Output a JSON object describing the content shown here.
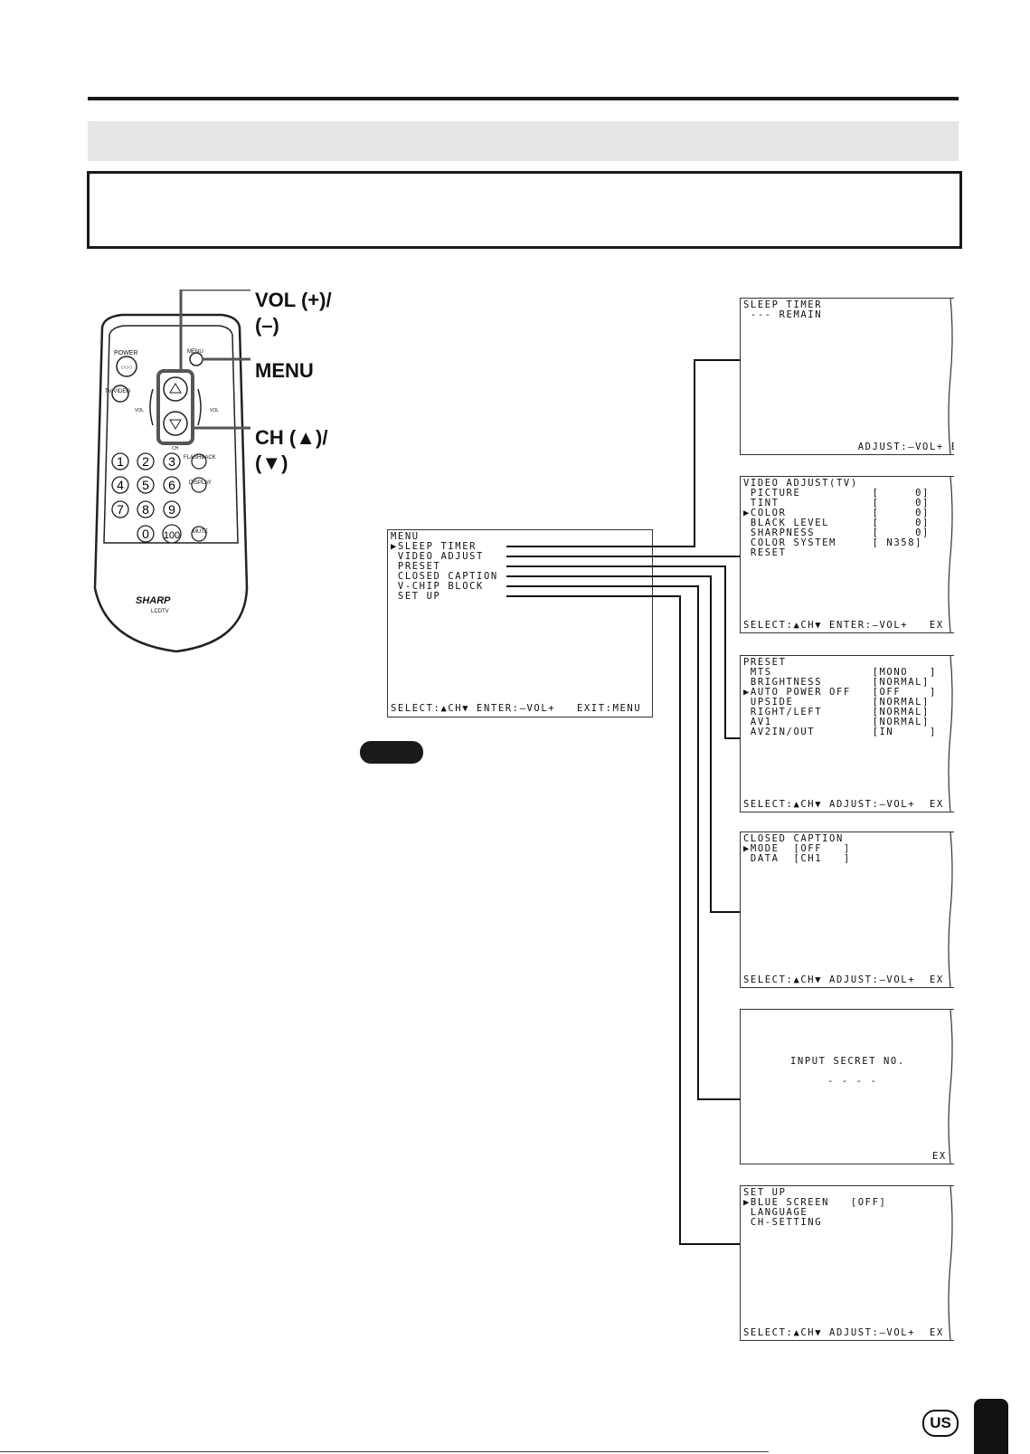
{
  "remote": {
    "buttons": {
      "power": "POWER",
      "menu": "MENU",
      "tv_video": "TV/VIDEO",
      "ch": "CH",
      "vol": "VOL",
      "flashback": "FLASHBACK",
      "display": "DISPLAY",
      "mute": "MUTE"
    },
    "number_keys": [
      "1",
      "2",
      "3",
      "4",
      "5",
      "6",
      "7",
      "8",
      "9",
      "0",
      "100"
    ],
    "brand": "SHARP",
    "model": "LCDTV"
  },
  "callouts": {
    "vol_line1": "VOL (+)/",
    "vol_line2": "(–)",
    "menu": "MENU",
    "ch_line1": "CH (▲)/",
    "ch_line2": "(▼)"
  },
  "main_menu": {
    "title": "MENU",
    "items": [
      "▶SLEEP TIMER",
      " VIDEO ADJUST",
      " PRESET",
      " CLOSED CAPTION",
      " V-CHIP BLOCK",
      " SET UP"
    ],
    "footer": "SELECT:▲CH▼ ENTER:–VOL+   EXIT:MENU"
  },
  "screens": {
    "sleep_timer": {
      "lines": [
        "SLEEP TIMER",
        " --- REMAIN"
      ],
      "footer": "                ADJUST:–VOL+ EX"
    },
    "video_adjust": {
      "lines": [
        "VIDEO ADJUST(TV)",
        " PICTURE          [     0]",
        " TINT             [     0]",
        "▶COLOR            [     0]",
        " BLACK LEVEL      [     0]",
        " SHARPNESS        [     0]",
        " COLOR SYSTEM     [ N358]",
        " RESET"
      ],
      "footer": "SELECT:▲CH▼ ENTER:–VOL+   EX"
    },
    "preset": {
      "lines": [
        "PRESET",
        " MTS              [MONO   ]",
        " BRIGHTNESS       [NORMAL]",
        "▶AUTO POWER OFF   [OFF    ]",
        " UPSIDE           [NORMAL]",
        " RIGHT/LEFT       [NORMAL]",
        " AV1              [NORMAL]",
        " AV2IN/OUT        [IN     ]"
      ],
      "footer": "SELECT:▲CH▼ ADJUST:–VOL+  EX"
    },
    "closed_caption": {
      "lines": [
        "CLOSED CAPTION",
        "▶MODE  [OFF   ]",
        " DATA  [CH1   ]"
      ],
      "footer": "SELECT:▲CH▼ ADJUST:–VOL+  EX"
    },
    "vchip": {
      "prompt": "INPUT SECRET NO.",
      "dashes": "- - - -",
      "footer": "EX"
    },
    "set_up": {
      "lines": [
        "SET UP",
        "▶BLUE SCREEN   [OFF]",
        " LANGUAGE",
        " CH-SETTING"
      ],
      "footer": "SELECT:▲CH▼ ADJUST:–VOL+  EX"
    }
  },
  "badge": "US"
}
